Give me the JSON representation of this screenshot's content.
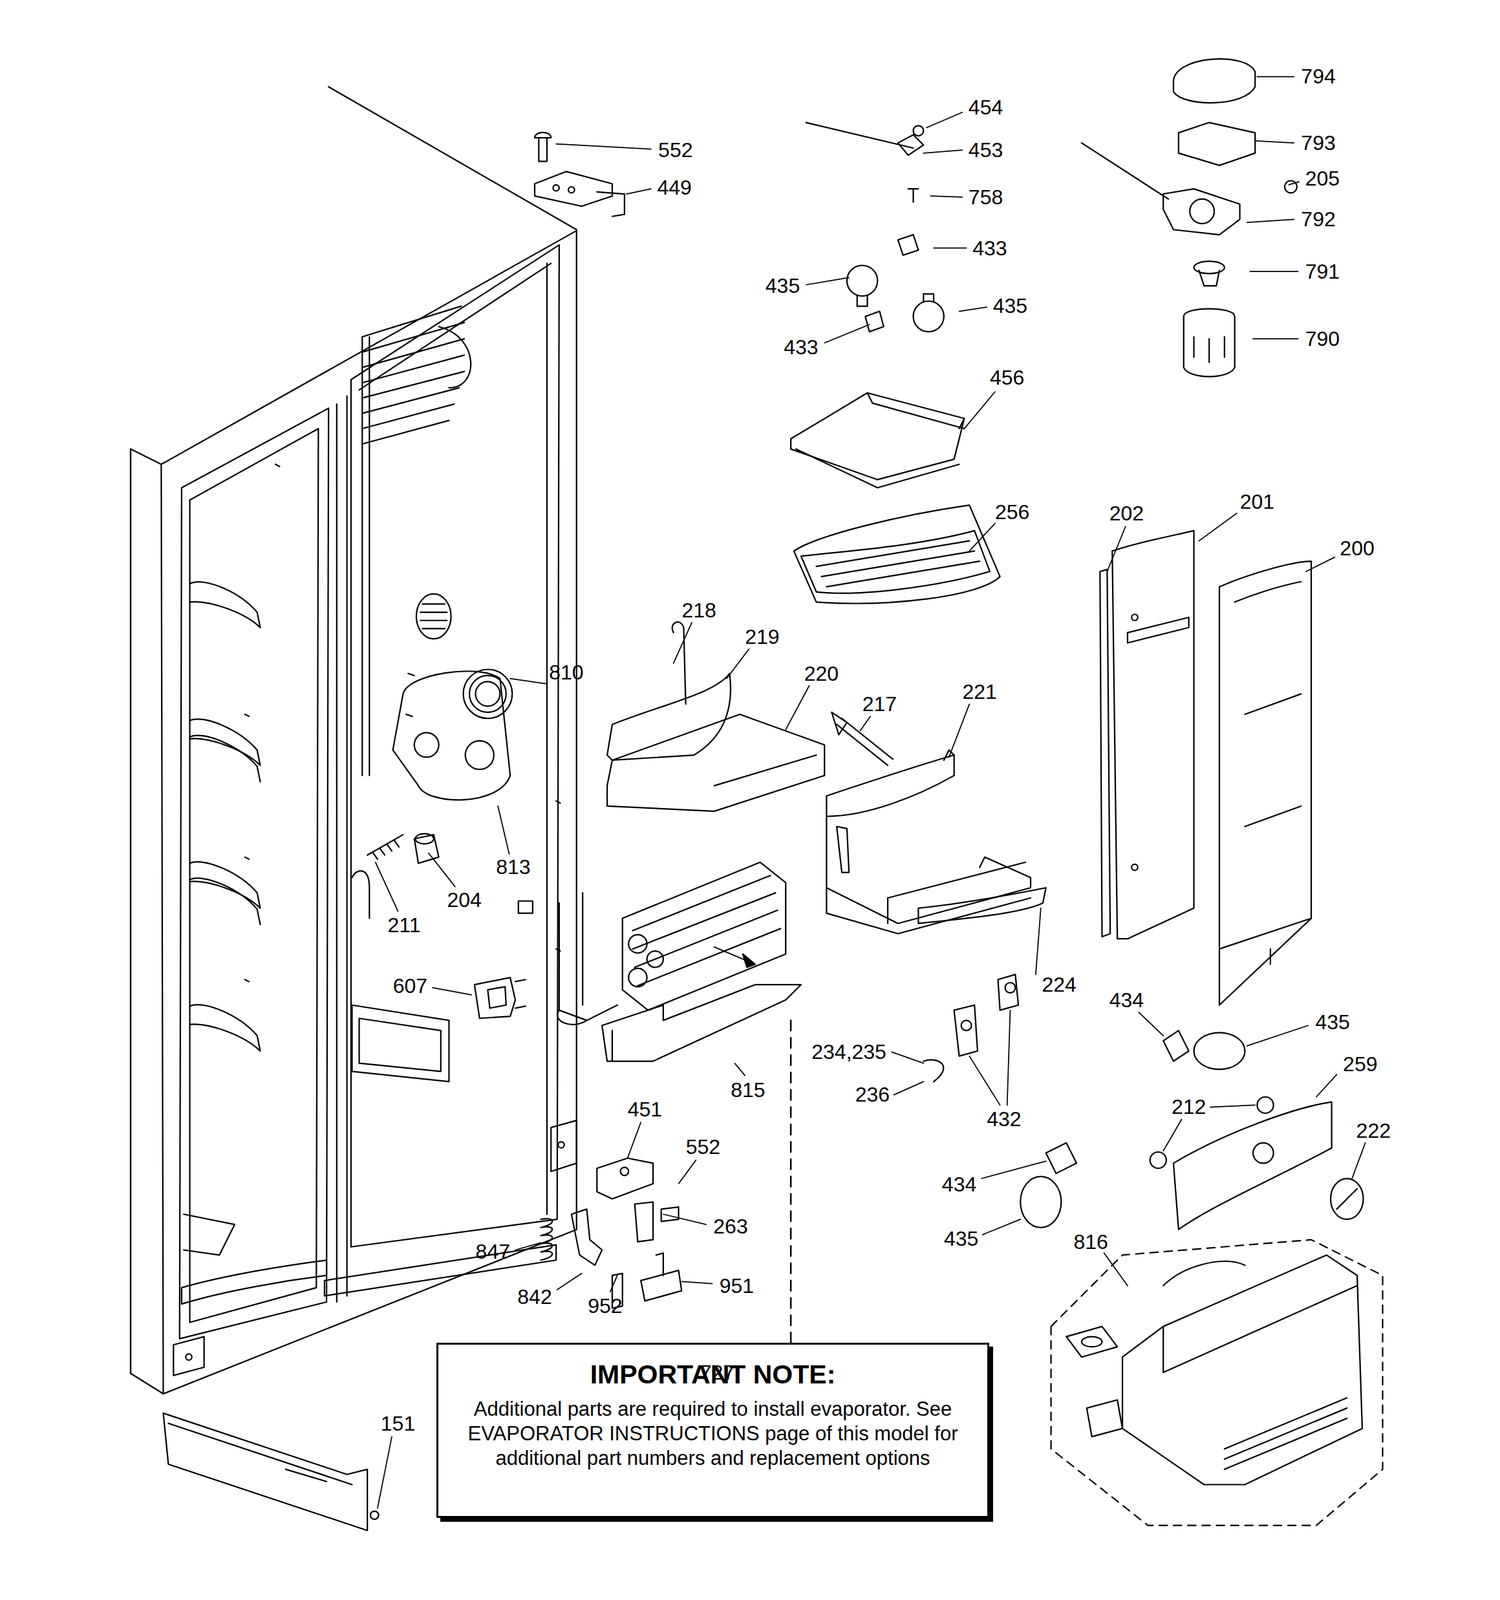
{
  "diagram": {
    "nodes": [
      {
        "text": [
          "IMPORTANT NOTE:",
          "Additional parts are required to install evaporator. See EVAPORATOR INSTRUCTIONS page of this model for additional part numbers and replacement options"
        ]
      }
    ],
    "labels": [
      "794",
      "454",
      "552",
      "453",
      "793",
      "205",
      "449",
      "758",
      "792",
      "433",
      "791",
      "435",
      "435",
      "790",
      "433",
      "456",
      "202",
      "201",
      "256",
      "200",
      "218",
      "219",
      "810",
      "220",
      "221",
      "217",
      "813",
      "204",
      "211",
      "607",
      "224",
      "434",
      "435",
      "234,235",
      "815",
      "259",
      "236",
      "451",
      "212",
      "432",
      "222",
      "552",
      "434",
      "263",
      "816",
      "435",
      "847",
      "951",
      "842",
      "952",
      "727",
      "151"
    ]
  }
}
